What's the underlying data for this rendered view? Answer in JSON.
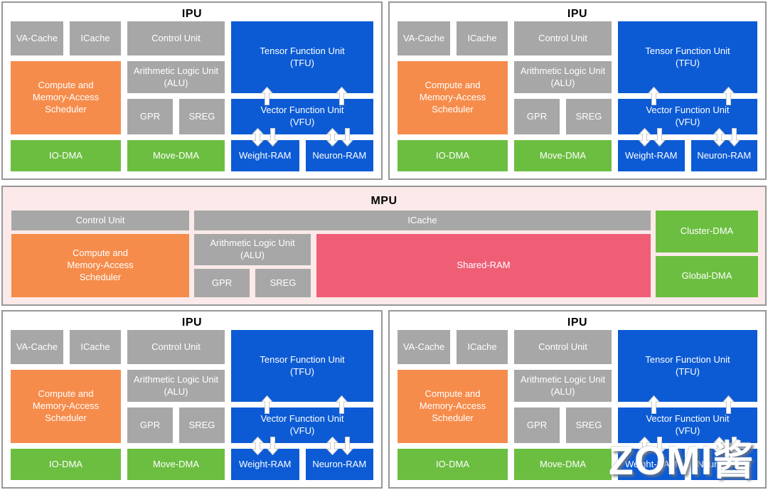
{
  "ipu": {
    "title": "IPU",
    "va_cache": "VA-Cache",
    "icache": "ICache",
    "control_unit": "Control Unit",
    "tfu": "Tensor Function Unit\n(TFU)",
    "scheduler": "Compute and\nMemory-Access\nScheduler",
    "alu": "Arithmetic Logic Unit\n(ALU)",
    "gpr": "GPR",
    "sreg": "SREG",
    "vfu": "Vector Function Unit\n(VFU)",
    "io_dma": "IO-DMA",
    "move_dma": "Move-DMA",
    "weight_ram": "Weight-RAM",
    "neuron_ram": "Neuron-RAM"
  },
  "mpu": {
    "title": "MPU",
    "control_unit": "Control Unit",
    "icache": "ICache",
    "scheduler": "Compute and\nMemory-Access\nScheduler",
    "alu": "Arithmetic Logic Unit\n(ALU)",
    "gpr": "GPR",
    "sreg": "SREG",
    "shared_ram": "Shared-RAM",
    "cluster_dma": "Cluster-DMA",
    "global_dma": "Global-DMA"
  },
  "watermark": "ZOMI酱",
  "colors": {
    "block_gray": "#A7A7A7",
    "block_orange": "#F68C4B",
    "block_blue": "#0C5BD5",
    "block_green": "#6CBE41",
    "block_pink": "#F05E76",
    "mpu_background": "#FBEAE9",
    "panel_border": "#979797",
    "panel_background": "#FFFFFF",
    "label_text": "#FFFFFF",
    "title_text": "#000000"
  }
}
